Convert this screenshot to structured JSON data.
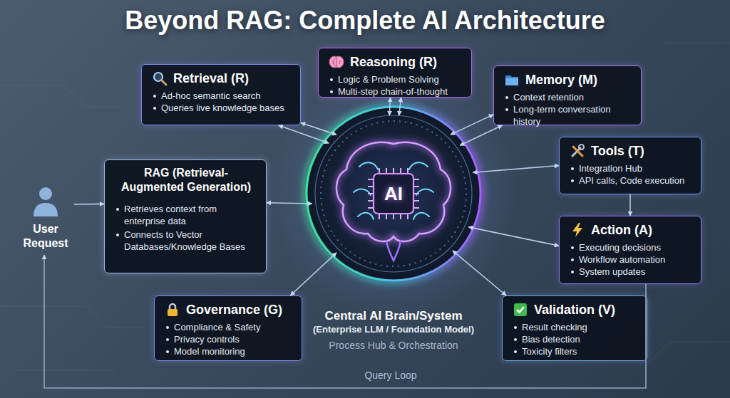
{
  "diagram": {
    "title": "Beyond RAG: Complete AI Architecture",
    "nodes": [
      {
        "text": [
          "Retrieval (R)",
          "Ad-hoc semantic search",
          "Queries live knowledge bases"
        ]
      },
      {
        "text": [
          "Reasoning (R)",
          "Logic & Problem Solving",
          "Multi-step chain-of-thought"
        ]
      },
      {
        "text": [
          "Memory (M)",
          "Context retention",
          "Long-term conversation history"
        ]
      },
      {
        "text": [
          "Tools (T)",
          "Integration Hub",
          "API calls, Code execution"
        ]
      },
      {
        "text": [
          "User Request"
        ]
      },
      {
        "text": [
          "RAG (Retrieval-Augmented Generation)",
          "Retrieves context from enterprise data",
          "Connects to Vector Databases/Knowledge Bases"
        ]
      },
      {
        "text": [
          "AI",
          "Central AI Brain/System",
          "(Enterprise LLM / Foundation Model)",
          "Process Hub & Orchestration"
        ]
      },
      {
        "text": [
          "Action (A)",
          "Executing decisions",
          "Workflow automation",
          "System updates"
        ]
      },
      {
        "text": [
          "Governance (G)",
          "Compliance & Safety",
          "Privacy controls",
          "Model monitoring"
        ]
      },
      {
        "text": [
          "Validation (V)",
          "Result checking",
          "Bias detection",
          "Toxicity filters"
        ]
      }
    ],
    "edges": [
      {
        "from": 4,
        "to": 5,
        "arrow": "to"
      },
      {
        "from": 0,
        "to": 6,
        "arrow": "both"
      },
      {
        "from": 0,
        "to": 6,
        "arrow": "both"
      },
      {
        "from": 1,
        "to": 6,
        "arrow": "both"
      },
      {
        "from": 1,
        "to": 6,
        "arrow": "both"
      },
      {
        "from": 2,
        "to": 6,
        "arrow": "both"
      },
      {
        "from": 2,
        "to": 6,
        "arrow": "both"
      },
      {
        "from": 5,
        "to": 6,
        "arrow": "both"
      },
      {
        "from": 6,
        "to": 3,
        "arrow": "both"
      },
      {
        "from": 3,
        "to": 7,
        "arrow": "to"
      },
      {
        "from": 6,
        "to": 7,
        "arrow": "both"
      },
      {
        "from": 8,
        "to": 6,
        "arrow": "both"
      },
      {
        "from": 9,
        "to": 6,
        "arrow": "both"
      },
      {
        "from": 7,
        "to": 4,
        "label": "Query Loop",
        "arrow": "to"
      }
    ]
  }
}
